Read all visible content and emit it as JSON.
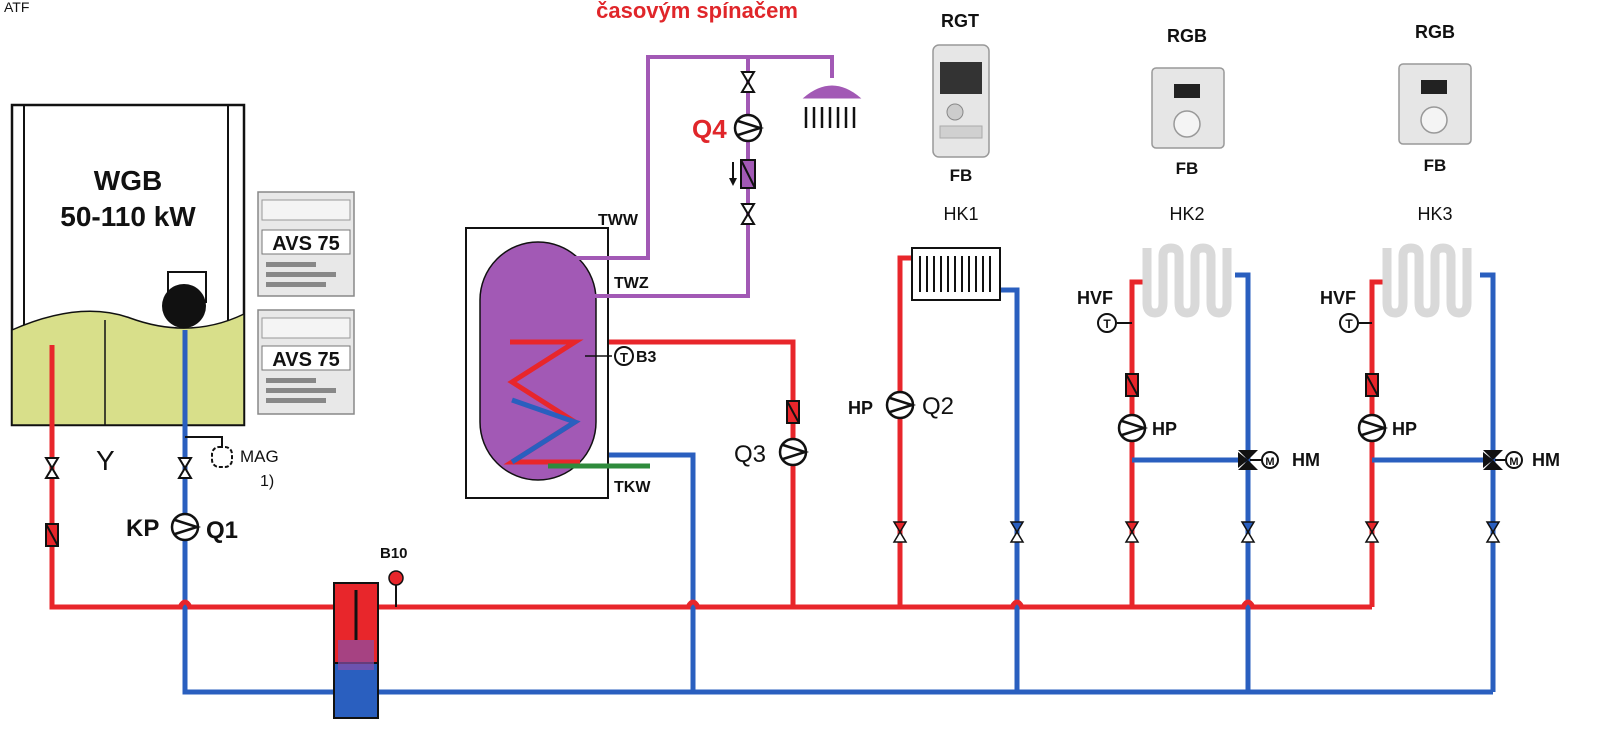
{
  "header": {
    "corner_label": "ATF",
    "title_red": "časovým spínačem"
  },
  "boiler": {
    "name": "WGB",
    "power": "50-110 kW"
  },
  "controllers": [
    {
      "label": "AVS 75"
    },
    {
      "label": "AVS 75"
    }
  ],
  "storage": {
    "tww": "TWW",
    "twz": "TWZ",
    "tkw": "TKW",
    "sensor": "B3",
    "sensor_symbol": "T"
  },
  "circulation": {
    "pump": "Q4",
    "charge_pump": "Q3"
  },
  "boiler_circuit": {
    "kp": "KP",
    "q1": "Q1",
    "mag": "MAG",
    "note": "1)",
    "sensor_b10": "B10"
  },
  "room_units": [
    {
      "type": "RGT",
      "fb": "FB",
      "circuit": "HK1"
    },
    {
      "type": "RGB",
      "fb": "FB",
      "circuit": "HK2"
    },
    {
      "type": "RGB",
      "fb": "FB",
      "circuit": "HK3"
    }
  ],
  "hk1": {
    "hp": "HP",
    "pump": "Q2"
  },
  "hk2": {
    "hvf": "HVF",
    "hp": "HP",
    "hm": "HM",
    "sensor_symbol": "T",
    "mixer_symbol": "M"
  },
  "hk3": {
    "hvf": "HVF",
    "hp": "HP",
    "hm": "HM",
    "sensor_symbol": "T",
    "mixer_symbol": "M"
  },
  "colors": {
    "supply": "#e8262b",
    "return": "#2a5fbf",
    "dhw": "#a259b5",
    "cold": "#2e8b3c",
    "boiler_fill": "#d8df8a"
  }
}
